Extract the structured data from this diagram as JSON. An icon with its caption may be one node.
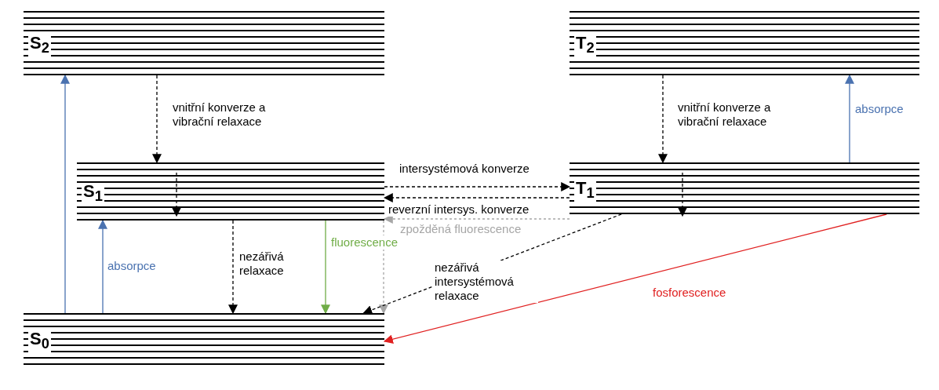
{
  "diagram": {
    "nodes": [
      {
        "text": [
          "S$_{2}$"
        ]
      },
      {
        "text": [
          "S$_{1}$"
        ]
      },
      {
        "text": [
          "S$_{0}$"
        ]
      },
      {
        "text": [
          "T$_{2}$"
        ]
      },
      {
        "text": [
          "T$_{1}$"
        ]
      }
    ],
    "edges": [
      {
        "from": 2,
        "to": 0,
        "arrow": "to",
        "color": "#4a72b0"
      },
      {
        "from": 2,
        "to": 1,
        "arrow": "to",
        "color": "#4a72b0",
        "label": "absorpce"
      },
      {
        "from": 0,
        "to": 1,
        "arrow": "to",
        "style": "dashed",
        "label": "vnitřní konverze a vibrační relaxace"
      },
      {
        "from": 1,
        "to": 2,
        "arrow": "to",
        "style": "dashed",
        "label": "nezářivá relaxace"
      },
      {
        "from": 1,
        "to": 2,
        "arrow": "to",
        "color": "#70ad47",
        "label": "fluorescence"
      },
      {
        "from": 1,
        "to": 4,
        "arrow": "to",
        "style": "dashed",
        "label": "intersystémová konverze"
      },
      {
        "from": 4,
        "to": 1,
        "arrow": "to",
        "style": "dashed",
        "label": "reverzní intersys. konverze"
      },
      {
        "from": 4,
        "to": 1,
        "arrow": "to",
        "style": "dashed",
        "color": "#a6a6a6",
        "label": "zpožděná fluorescence"
      },
      {
        "from": 1,
        "to": 2,
        "arrow": "to",
        "style": "dashed",
        "color": "#a6a6a6"
      },
      {
        "from": 4,
        "to": 2,
        "arrow": "to",
        "style": "dashed",
        "label": "nezářivá intersystémová relaxace"
      },
      {
        "from": 4,
        "to": 2,
        "arrow": "to",
        "color": "#e02020",
        "label": "fosforescence"
      },
      {
        "from": 3,
        "to": 4,
        "arrow": "to",
        "style": "dashed",
        "label": "vnitřní konverze a vibrační relaxace"
      },
      {
        "from": 4,
        "to": 3,
        "arrow": "to",
        "color": "#4a72b0",
        "label": "absorpce"
      }
    ]
  }
}
